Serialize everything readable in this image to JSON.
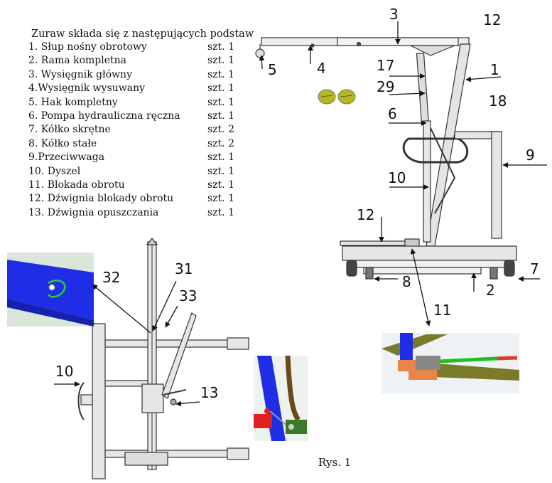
{
  "parts_list": {
    "title": "Żuraw składa się z następujących podstaw",
    "rows": [
      {
        "name": "1. Słup nośny obrotowy",
        "qty": "szt. 1"
      },
      {
        "name": "2. Rama kompletna",
        "qty": "szt. 1"
      },
      {
        "name": "3. Wysięgnik główny",
        "qty": "szt. 1"
      },
      {
        "name": "4.Wysięgnik wysuwany",
        "qty": "szt. 1"
      },
      {
        "name": "5. Hak kompletny",
        "qty": "szt. 1"
      },
      {
        "name": "6. Pompa hydrauliczna ręczna",
        "qty": "szt. 1"
      },
      {
        "name": "7. Kółko skrętne",
        "qty": "szt. 2"
      },
      {
        "name": "8. Kółko stałe",
        "qty": "szt. 2"
      },
      {
        "name": "9.Przeciwwaga",
        "qty": "szt. 1"
      },
      {
        "name": "10. Dyszel",
        "qty": "szt. 1"
      },
      {
        "name": "11. Blokada obrotu",
        "qty": "szt. 1"
      },
      {
        "name": "12. Dźwignia blokady obrotu",
        "qty": "szt. 1"
      },
      {
        "name": "13. Dźwignia opuszczania",
        "qty": "szt. 1"
      }
    ]
  },
  "callouts": {
    "c1": "1",
    "c2": "2",
    "c3": "3",
    "c4": "4",
    "c5": "5",
    "c6": "6",
    "c7": "7",
    "c8": "8",
    "c9": "9",
    "c10_side": "10",
    "c10_top": "10",
    "c11": "11",
    "c12_top": "12",
    "c12_lever": "12",
    "c13": "13",
    "c17": "17",
    "c18": "18",
    "c29": "29",
    "c31": "31",
    "c32": "32",
    "c33": "33"
  },
  "caption": "Rys. 1",
  "colors": {
    "line": "#333333",
    "frame_fill": "#e6e6e6",
    "detail_blue": "#1f2ee6",
    "pin_green": "#2ecc2e",
    "weight_disc": "#b7b81c",
    "lever_green": "#1fbf1f",
    "lever_red": "#e53935",
    "frame_olive": "#7a7a2a",
    "pad_orange": "#e8864a",
    "cylinder_brown": "#6b4a1a",
    "block_red": "#e02020",
    "valve_green": "#3a7a2a"
  }
}
